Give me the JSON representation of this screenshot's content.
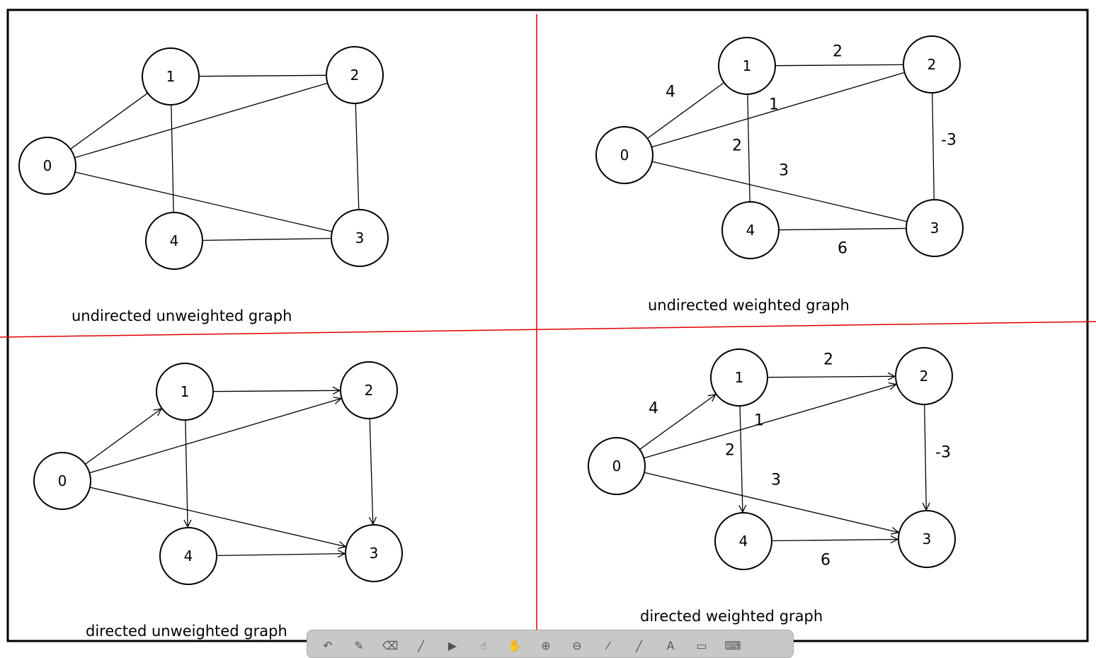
{
  "colors": {
    "frame": "#000000",
    "divider": "#e00000",
    "node_fill": "#ffffff"
  },
  "panels": [
    {
      "id": "undirected-unweighted",
      "caption": "undirected unweighted graph",
      "directed": false,
      "nodes": [
        "0",
        "1",
        "2",
        "3",
        "4"
      ],
      "edges": [
        {
          "from": "0",
          "to": "1"
        },
        {
          "from": "0",
          "to": "2"
        },
        {
          "from": "0",
          "to": "3"
        },
        {
          "from": "1",
          "to": "2"
        },
        {
          "from": "1",
          "to": "4"
        },
        {
          "from": "2",
          "to": "3"
        },
        {
          "from": "4",
          "to": "3"
        }
      ]
    },
    {
      "id": "undirected-weighted",
      "caption": "undirected weighted graph",
      "directed": false,
      "nodes": [
        "0",
        "1",
        "2",
        "3",
        "4"
      ],
      "edges": [
        {
          "from": "0",
          "to": "1",
          "weight": "4"
        },
        {
          "from": "1",
          "to": "2",
          "weight": "2"
        },
        {
          "from": "0",
          "to": "2",
          "weight": "1"
        },
        {
          "from": "1",
          "to": "4",
          "weight": "2"
        },
        {
          "from": "0",
          "to": "3",
          "weight": "3"
        },
        {
          "from": "2",
          "to": "3",
          "weight": "-3"
        },
        {
          "from": "4",
          "to": "3",
          "weight": "6"
        }
      ]
    },
    {
      "id": "directed-unweighted",
      "caption": "directed unweighted graph",
      "directed": true,
      "nodes": [
        "0",
        "1",
        "2",
        "3",
        "4"
      ],
      "edges": [
        {
          "from": "0",
          "to": "1"
        },
        {
          "from": "0",
          "to": "2"
        },
        {
          "from": "0",
          "to": "3"
        },
        {
          "from": "1",
          "to": "2"
        },
        {
          "from": "1",
          "to": "4"
        },
        {
          "from": "2",
          "to": "3"
        },
        {
          "from": "4",
          "to": "3"
        }
      ]
    },
    {
      "id": "directed-weighted",
      "caption": "directed weighted graph",
      "directed": true,
      "nodes": [
        "0",
        "1",
        "2",
        "3",
        "4"
      ],
      "edges": [
        {
          "from": "0",
          "to": "1",
          "weight": "4"
        },
        {
          "from": "1",
          "to": "2",
          "weight": "2"
        },
        {
          "from": "0",
          "to": "2",
          "weight": "1"
        },
        {
          "from": "1",
          "to": "4",
          "weight": "2"
        },
        {
          "from": "0",
          "to": "3",
          "weight": "3"
        },
        {
          "from": "2",
          "to": "3",
          "weight": "-3"
        },
        {
          "from": "4",
          "to": "3",
          "weight": "6"
        }
      ]
    }
  ],
  "toolbar": {
    "tools": [
      {
        "icon": "undo-icon"
      },
      {
        "icon": "pen-icon"
      },
      {
        "icon": "eraser-icon"
      },
      {
        "icon": "highlighter-icon"
      },
      {
        "icon": "pointer-icon"
      },
      {
        "icon": "hand-pointer-icon"
      },
      {
        "icon": "hand-pan-icon"
      },
      {
        "icon": "zoom-in-icon"
      },
      {
        "icon": "zoom-out-icon"
      },
      {
        "icon": "laser-pen-icon"
      },
      {
        "icon": "line-icon"
      },
      {
        "icon": "text-icon"
      },
      {
        "icon": "capture-icon"
      },
      {
        "icon": "keyboard-icon"
      }
    ]
  }
}
